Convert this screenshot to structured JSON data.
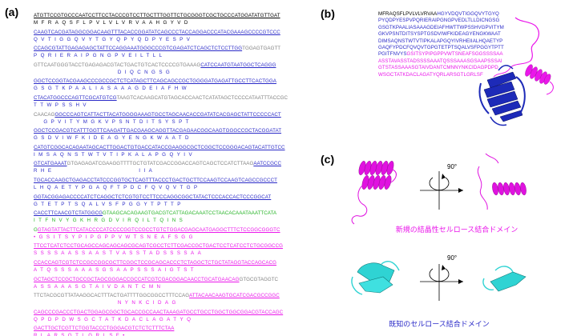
{
  "colors": {
    "blue": "#2b2bc8",
    "magenta": "#ea17ea",
    "green": "#25b325",
    "gray": "#808080",
    "black": "#000000",
    "cyan": "#2fd3d3",
    "dark": "#1a1a1a"
  },
  "panel_labels": {
    "a": "(a)",
    "b": "(b)",
    "c": "(c)"
  },
  "panel_a": {
    "rows": [
      {
        "nt": [
          [
            "ATGTTCCGTGCCCAATCCTTCCTACCCGTCCTTGCTTTGGTTCTGCGGGTCGCTGCCCATGGATATGTTGAT",
            "black",
            "underline"
          ]
        ],
        "aa": [
          [
            "MFRAQSFLPVLVLVRVAAHGYVD",
            "black"
          ]
        ]
      },
      {
        "nt": [
          [
            "CAAGTCACGATAGGCGGACAAGTTTACACCGGATATCAGCCCTACCAGGACCCATACGAAAGCCCCGTCCC",
            "blue",
            "underline"
          ]
        ],
        "aa": [
          [
            "QVTIGGQVYTGYQPYQDPYESPV",
            "blue"
          ]
        ]
      },
      {
        "nt": [
          [
            "CCAGCGTATTGAGAGAGCTATTCCAGGAAATGGGCCCGTCGAGATCTCAGCTCTCCTTGG",
            "blue",
            "underline"
          ],
          [
            "TGGAGTGAGTT",
            "gray",
            ""
          ]
        ],
        "aa": [
          [
            "PQRIERAIPGNGPVEILTLL",
            "blue"
          ]
        ]
      },
      {
        "nt": [
          [
            "GTTCAATGGGTACCTGAGAGACGTACTGACTGTCACTCCCCGTGAAAG",
            "gray",
            ""
          ],
          [
            "CATCCAATGTAATGGCTCAGGG",
            "blue",
            "underline"
          ]
        ],
        "aa": [
          [
            "                 DIQCNGSG",
            "blue"
          ]
        ]
      },
      {
        "nt": [
          [
            "GGCTCCGGTACGAAGCCCGCCGCTCTCATAGCTTCAGCAGCCGCTGGGGATGAGATTGCCTTCACTGGA",
            "blue",
            "underline"
          ]
        ],
        "aa": [
          [
            "GSGTKPAALIASAAAGDEIAFHW",
            "blue"
          ]
        ]
      },
      {
        "nt": [
          [
            "CTACATGGCCCAGTTCGCATGTCG",
            "blue",
            "underline"
          ],
          [
            "TAAGTCACAAGCATGTAGCACCAACTCATATAGCTCCCCATAATTTACCGC",
            "gray",
            ""
          ]
        ],
        "aa": [
          [
            "TTWPSSHV",
            "blue"
          ]
        ]
      },
      {
        "nt": [
          [
            "CAACAG",
            "gray",
            ""
          ],
          [
            "GGCCCAGTCATTACTTACATGGGGAAAGTGCCTAGCAACACCGATATCACGAGCTATTCCCCCACT",
            "blue",
            "underline"
          ]
        ],
        "aa": [
          [
            "  GPVITYMGKVPSNTDITSYSPT",
            "blue"
          ]
        ]
      },
      {
        "nt": [
          [
            "GGCTCCGACGTCATTTGGTTCAAGATTGACGAAGCAGGTTACGAGAACGGCAAGTGGGCCGCTACGGATAT",
            "blue",
            "underline"
          ]
        ],
        "aa": [
          [
            "GSDVIWFKIDEAGYENGKWAATD",
            "blue"
          ]
        ]
      },
      {
        "nt": [
          [
            "CATGTCGGCACAGAATAGCACTTGGACTGTGACCATACCGAAGGCGCTCGGCTCCGGGACAGTACATTGTCC",
            "blue",
            "underline"
          ]
        ],
        "aa": [
          [
            "IMSAQNSTWTVTIPKALAPGQYIV",
            "blue"
          ]
        ]
      },
      {
        "nt": [
          [
            "GTCATGAAAT",
            "blue",
            "underline"
          ],
          [
            "GTGAGAGATCGAAGGTTTTGCTGTATCGACCGGACCAGTCAGCTCCATCTTAAG",
            "gray",
            ""
          ],
          [
            "AATCCGCC",
            "blue",
            "underline"
          ]
        ],
        "aa": [
          [
            "RHE                 IIA",
            "blue"
          ]
        ]
      },
      {
        "nt": [
          [
            "TGCACCAAGCTGAGACCTATCCCGGTGCTCAGTTTACCCTGACTGCTTCCAAGTCCAAGTCAGCCGCCCT",
            "blue",
            "underline"
          ]
        ],
        "aa": [
          [
            "LHQAETYPGAQFTPDCFQVQVTGP",
            "blue"
          ]
        ]
      },
      {
        "nt": [
          [
            "GGTACGGAGACCCCATCTCAGGCTCTCGTGTCCTTCCCAGGCGGCTATACTCCCACCACTCCCGGCAT",
            "blue",
            "underline"
          ]
        ],
        "aa": [
          [
            "GTETPTSQALVSFPGGYTPTTP",
            "blue"
          ]
        ]
      },
      {
        "nt": [
          [
            "CACCTTCAACGTCTATGGCG",
            "blue",
            "underline"
          ],
          [
            "GTAAGCACAGAAGTGACGTCATTAGACAAATCCTAACACAAATAAATTCATA",
            "green",
            ""
          ]
        ],
        "aa": [
          [
            "ITFNVYGKHRGDVIRQILTQINS",
            "green"
          ]
        ]
      },
      {
        "nt": [
          [
            "G",
            "green",
            ""
          ],
          [
            "GTAGTATTACTTCATACCCCATCCCCGGTCCGCCTGTCTGGACGAGCAATGAGGCTTTCTCCGGCGGGTC",
            "magenta",
            "underline"
          ]
        ],
        "aa": [
          [
            "•GSITSYPIPGPPVWTSNEAFSGG",
            "magenta"
          ]
        ]
      },
      {
        "nt": [
          [
            "TTCCTCATCTCCTGCAGCCAGCAGCAGCGCAGTCGCCTCTTCGACCGCTGACTCCTCATCCTCTGCGGCCG",
            "magenta",
            "underline"
          ]
        ],
        "aa": [
          [
            "SSSSAASSAASTVASSTADSSSSAA",
            "magenta"
          ]
        ]
      },
      {
        "nt": [
          [
            "CCACCAGTCGTCTCCGCCGGCGCTTCGGCTCCGCAGCACCCTCTAGGCTCTGCTATAGGTACCAGCACG",
            "magenta",
            "underline"
          ]
        ],
        "aa": [
          [
            "ATQSSSAAASGSAAPSSSAIGTST",
            "magenta"
          ]
        ]
      },
      {
        "nt": [
          [
            "GCTAGCTCCGCTGCCGCTAGCGGGACCGCCATCGTCGACGGACAACCTGCATGAACAG",
            "magenta",
            "underline"
          ],
          [
            "GTGCGTAGGTC",
            "gray",
            ""
          ]
        ],
        "aa": [
          [
            "ASSAAASGTAIVDANTCMN",
            "magenta"
          ]
        ]
      },
      {
        "nt": [
          [
            "TTCTACGCGTTATAAGGCACTTTACTGATTTTGGCGGCCTTTCCAG",
            "gray",
            ""
          ],
          [
            "ATTACAACAAGTGCATCGACGCCGGC",
            "magenta",
            "underline"
          ]
        ],
        "aa": [
          [
            "                 NYNKCIDAG",
            "magenta"
          ]
        ]
      },
      {
        "nt": [
          [
            "CAGCCCGACCCTGACTGGAGCGGCTGCACCGCCAACTAAAGATGCCTGCCTGGCTGGCGGACGTACCAGC",
            "magenta",
            "underline"
          ]
        ],
        "aa": [
          [
            "QPDPDWSGCTATKDACLAGATYQ",
            "magenta"
          ]
        ]
      },
      {
        "nt": [
          [
            "GACTTGCTCGTTCTGGTACCCTGGGACGTCTCTCTTTCTAA",
            "magenta",
            "underline"
          ]
        ],
        "aa": [
          [
            "RLARSGTLGRLSF•",
            "magenta"
          ]
        ]
      }
    ]
  },
  "panel_b": {
    "sequence_lines": [
      [
        [
          "MFRAQSFLPVLVLVRVAA",
          "black"
        ],
        [
          "HGYVDQVTIGGQVYTGYQ",
          "blue"
        ]
      ],
      [
        [
          "PYQDPYESPVPQRIERAIPGNGPVEDLTLLDICNGSG",
          "blue"
        ]
      ],
      [
        [
          "GSGTKPAALIASAAAGDEIAFHWTTWPSSHVGPVITYM",
          "blue"
        ]
      ],
      [
        [
          "GKVPSNTDITSYSPTGSDVIWFKIDEAGYENGKWAAT",
          "blue"
        ]
      ],
      [
        [
          "DIMSAQNSTWTVTIPKALAPGQYIVRHEIIALHQAETYP",
          "blue"
        ]
      ],
      [
        [
          "GAQFYPDCFQVQVTGPGTETPTSQALVSFPGGYTPTT",
          "blue"
        ]
      ],
      [
        [
          "PGITFNVYS",
          "blue"
        ],
        [
          "GSITSYPIPGPPVWTSNEAFSGGSSSSAA",
          "magenta"
        ]
      ],
      [
        [
          "ASSTAVASSTADSSSSAAATQSSSAAASGSAAPSSSAI",
          "magenta"
        ]
      ],
      [
        [
          "GTSTASSAAASGTAIVDANTCMNNYNKCIDAGPDPD",
          "magenta"
        ]
      ],
      [
        [
          "WSGCTATKDACLAGATYQRLARSGTLGRLSF",
          "magenta"
        ]
      ]
    ]
  },
  "panel_c": {
    "rotation_top": "90°",
    "rotation_bottom": "90°",
    "caption_novel": "新規の結晶性セルロース結合ドメイン",
    "caption_known": "既知のセルロース結合ドメイン"
  }
}
